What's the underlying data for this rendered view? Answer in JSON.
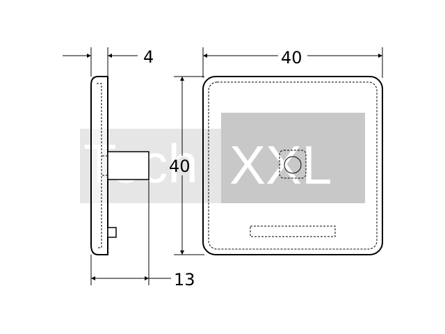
{
  "dimensions": {
    "side_thickness": "4",
    "width": "40",
    "height": "40",
    "pin_length": "13"
  },
  "watermark": {
    "brand_left": "Tech",
    "brand_right": "XXL"
  },
  "colors": {
    "line": "#000000",
    "watermark_light": "#e6e6e6",
    "watermark_dark": "#c8c8c8"
  }
}
